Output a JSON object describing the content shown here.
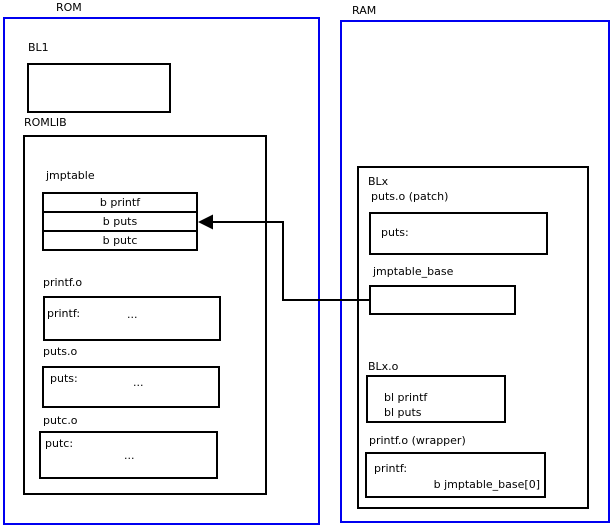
{
  "diagram": {
    "colors": {
      "region_border": "#0000f0",
      "box_border": "#000000",
      "background": "#ffffff",
      "text": "#000000"
    },
    "rom": {
      "label": "ROM",
      "bl1_label": "BL1",
      "romlib_label": "ROMLIB",
      "jmptable": {
        "label": "jmptable",
        "rows": [
          "b printf",
          "b puts",
          "b putc"
        ]
      },
      "printf_o": {
        "label": "printf.o",
        "symbol": "printf:",
        "body": "..."
      },
      "puts_o": {
        "label": "puts.o",
        "symbol": "puts:",
        "body": "..."
      },
      "putc_o": {
        "label": "putc.o",
        "symbol": "putc:",
        "body": "..."
      }
    },
    "ram": {
      "label": "RAM",
      "blx": {
        "label": "BLx",
        "puts_patch": {
          "label": "puts.o (patch)",
          "symbol": "puts:"
        },
        "jmptable_base": {
          "label": "jmptable_base"
        },
        "blx_o": {
          "label": "BLx.o",
          "line1": "bl printf",
          "line2": "bl puts"
        },
        "printf_wrapper": {
          "label": "printf.o (wrapper)",
          "symbol": "printf:",
          "branch": "b jmptable_base[0]"
        }
      }
    },
    "arrow": {
      "name": "jmptable_base to b puts"
    }
  }
}
